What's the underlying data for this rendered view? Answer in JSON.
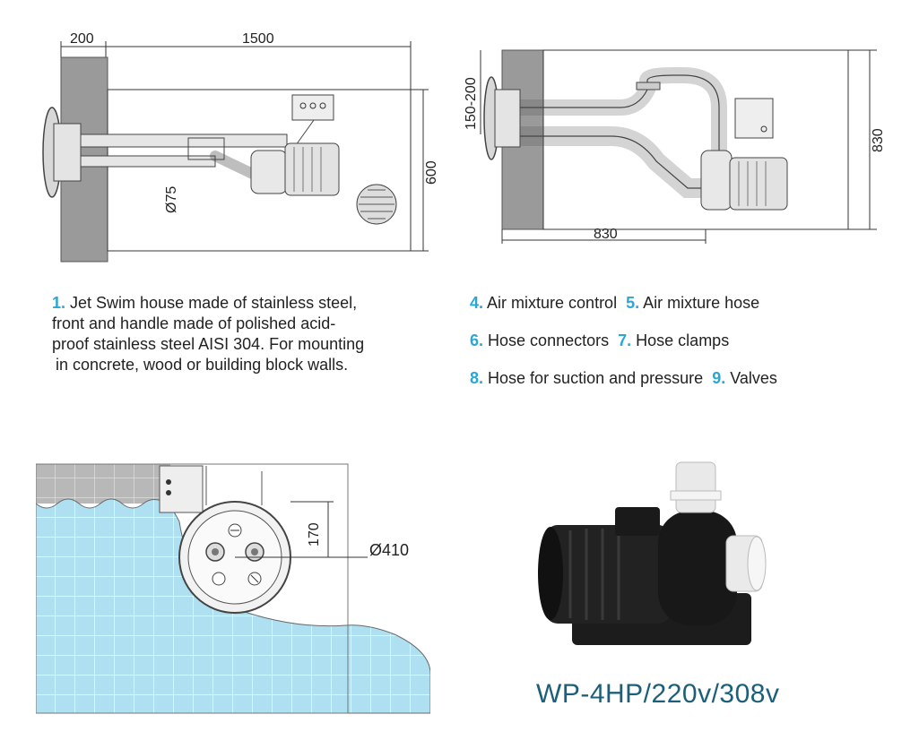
{
  "top_left_diagram": {
    "dim_wall": "200",
    "dim_length": "1500",
    "dim_height": "600",
    "dim_pipe": "Ø75"
  },
  "top_right_diagram": {
    "dim_depth": "150-200",
    "dim_height": "830",
    "dim_width": "830"
  },
  "legend_left": {
    "item1_num": "1.",
    "item1_text": "Jet Swim house made of stainless steel,",
    "item1_line2": "front and handle made of polished acid-",
    "item1_line3": "proof stainless steel AISI 304. For mounting",
    "item1_line4": "in concrete, wood or building block walls."
  },
  "legend_right": {
    "item4_num": "4.",
    "item4_text": "Air mixture control",
    "item5_num": "5.",
    "item5_text": "Air mixture hose",
    "item6_num": "6.",
    "item6_text": "Hose connectors",
    "item7_num": "7.",
    "item7_text": "Hose clamps",
    "item8_num": "8.",
    "item8_text": "Hose for suction and pressure",
    "item9_num": "9.",
    "item9_text": "Valves"
  },
  "bottom_diagram": {
    "dim_offset": "170",
    "dim_diameter": "Ø410"
  },
  "product": {
    "model_label": "WP-4HP/220v/308v"
  },
  "colors": {
    "accent": "#2aa6d8",
    "model_text": "#1c5f7a",
    "pool_water": "#aee0f2",
    "wall": "#9a9a9a"
  }
}
